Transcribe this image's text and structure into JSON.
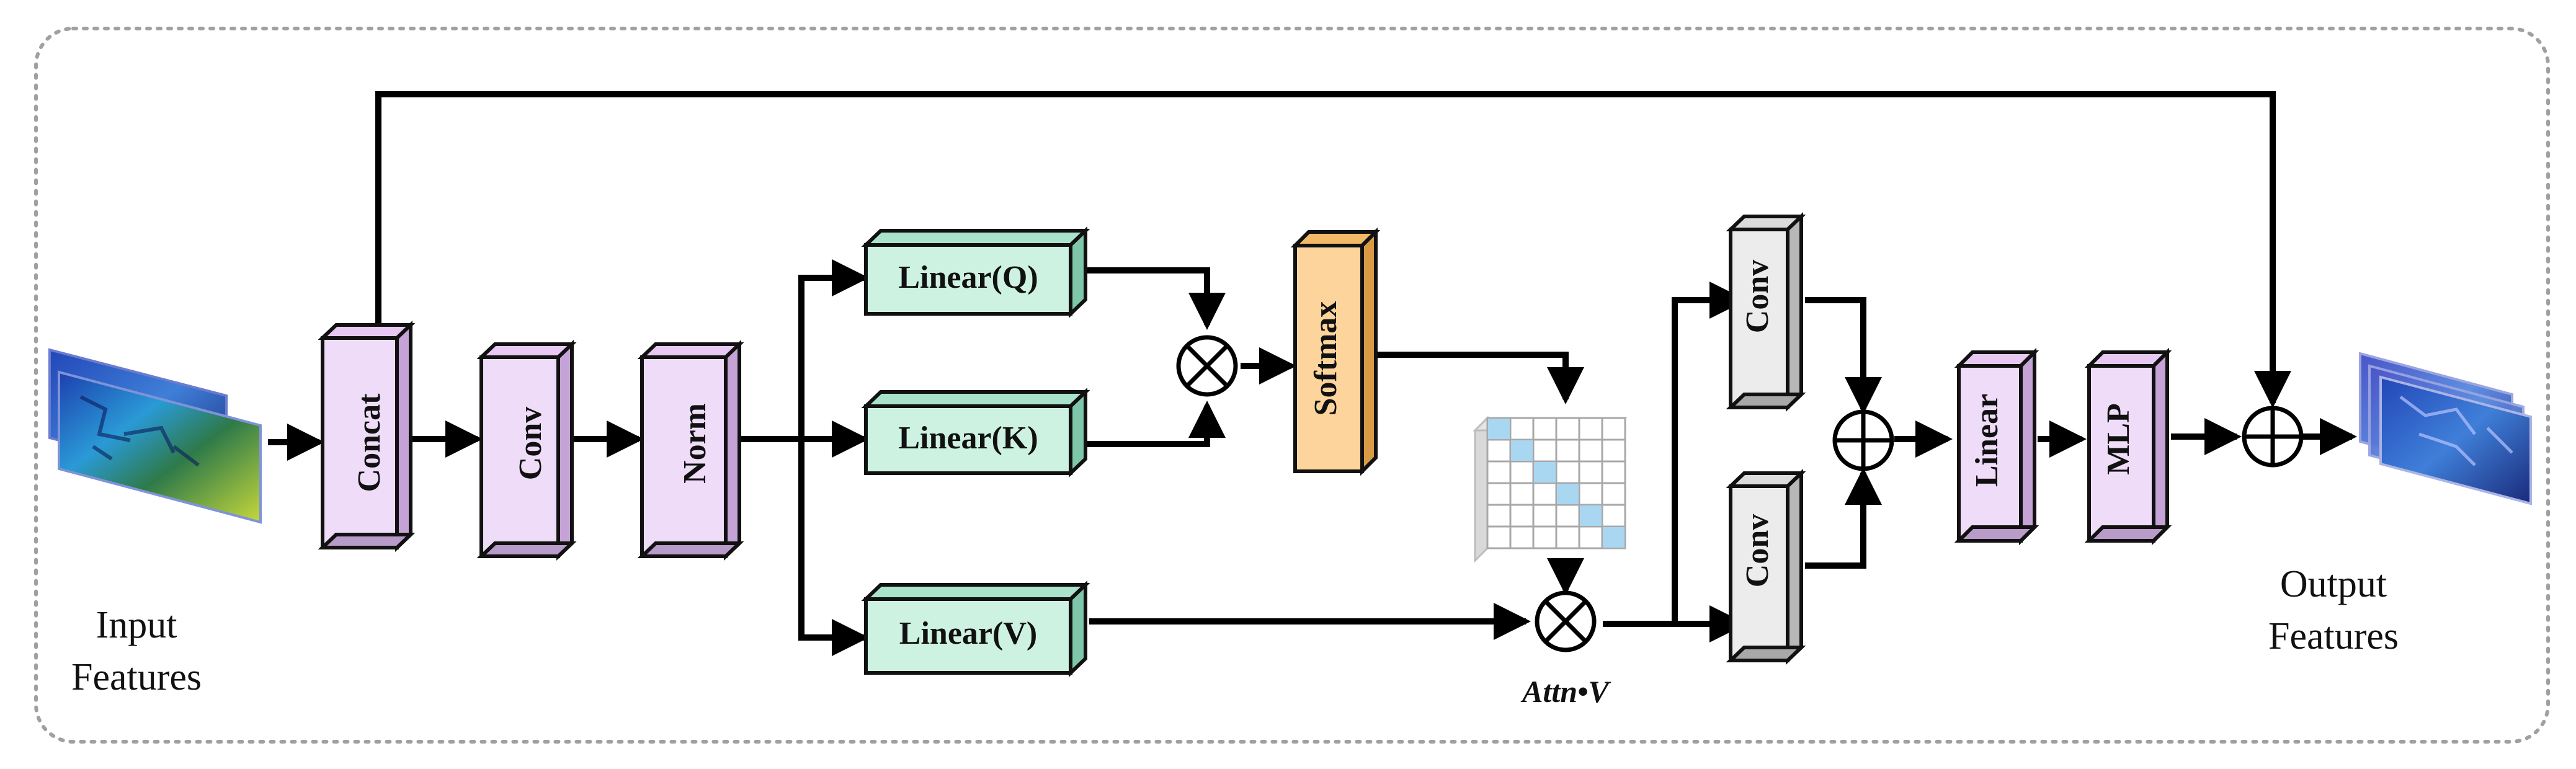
{
  "colors": {
    "lavender": "#efdcf8",
    "mint": "#cdf2e2",
    "orange": "#fcd49c",
    "gray": "#ececec",
    "highlight": "#a9d6f0",
    "line": "#000000",
    "border": "#a0a0a0"
  },
  "captions": {
    "input_line1": "Input",
    "input_line2": "Features",
    "output_line1": "Output",
    "output_line2": "Features",
    "attn_v": "Attn•V"
  },
  "blocks": {
    "concat": "Concat",
    "conv1": "Conv",
    "norm": "Norm",
    "linear_q": "Linear(Q)",
    "linear_k": "Linear(K)",
    "linear_v": "Linear(V)",
    "softmax": "Softmax",
    "conv_top": "Conv",
    "conv_bottom": "Conv",
    "linear": "Linear",
    "mlp": "MLP"
  },
  "operators": {
    "multiply": "⊗",
    "add": "⊕"
  },
  "icons": {
    "input_features": "feature-map-stack-icon",
    "output_features": "feature-map-stack-icon",
    "attention_matrix": "attention-matrix-icon"
  }
}
